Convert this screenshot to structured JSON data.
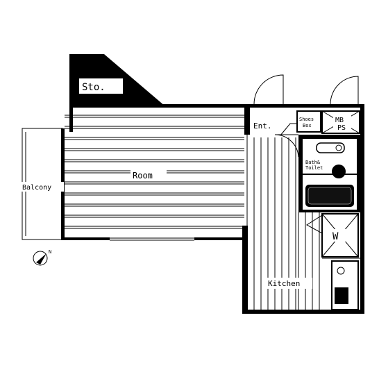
{
  "labels": {
    "storage": "Sto.",
    "room": "Room",
    "balcony": "Balcony",
    "entrance": "Ent.",
    "shoes_box": "Shoes\nBox",
    "mb_ps_top": "MB",
    "mb_ps_bottom": "PS",
    "bath_toilet_1": "Bath&",
    "bath_toilet_2": "Toilet",
    "washer": "W",
    "kitchen": "Kitchen"
  },
  "compass": {
    "north_label": "N"
  },
  "colors": {
    "ink": "#000000",
    "paper": "#ffffff"
  },
  "icons": {
    "compass": "north-arrow-icon"
  }
}
